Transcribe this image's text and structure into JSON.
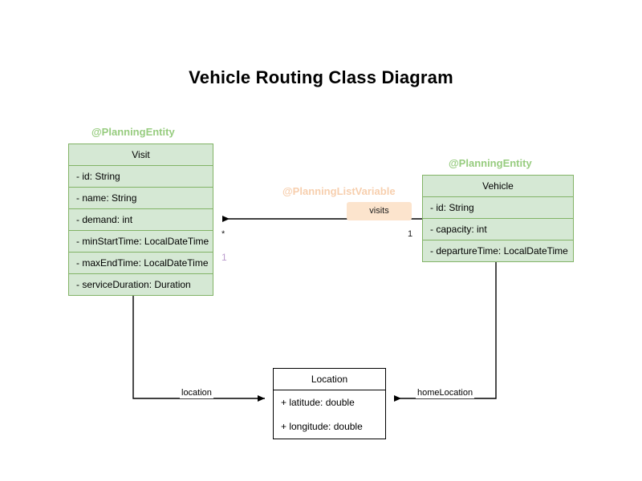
{
  "title": "Vehicle Routing Class Diagram",
  "colors": {
    "class_fill_green": "#d5e8d4",
    "class_border_green": "#82b366",
    "class_fill_plain": "#ffffff",
    "class_border_plain": "#000000",
    "stereotype_green": "#97cc7f",
    "stereotype_orange": "#f7cfae",
    "role_chip_fill": "#fce4cd",
    "multiplicity_lilac": "#bb9ccd",
    "edge": "#000000"
  },
  "classes": {
    "visit": {
      "stereotype": "@PlanningEntity",
      "name": "Visit",
      "attributes": [
        "- id: String",
        "- name: String",
        "- demand: int",
        "- minStartTime: LocalDateTime",
        "- maxEndTime: LocalDateTime",
        "- serviceDuration: Duration"
      ]
    },
    "vehicle": {
      "stereotype": "@PlanningEntity",
      "name": "Vehicle",
      "attributes": [
        "- id: String",
        "- capacity: int",
        "- departureTime: LocalDateTime"
      ]
    },
    "location": {
      "name": "Location",
      "attributes": [
        "+ latitude: double",
        "+ longitude: double"
      ]
    }
  },
  "relations": {
    "visits": {
      "stereotype": "@PlanningListVariable",
      "role": "visits",
      "source_multiplicity": "1",
      "target_multiplicity": "*"
    },
    "visit_location": {
      "role": "location",
      "source_multiplicity": "1"
    },
    "vehicle_home_location": {
      "role": "homeLocation"
    }
  }
}
